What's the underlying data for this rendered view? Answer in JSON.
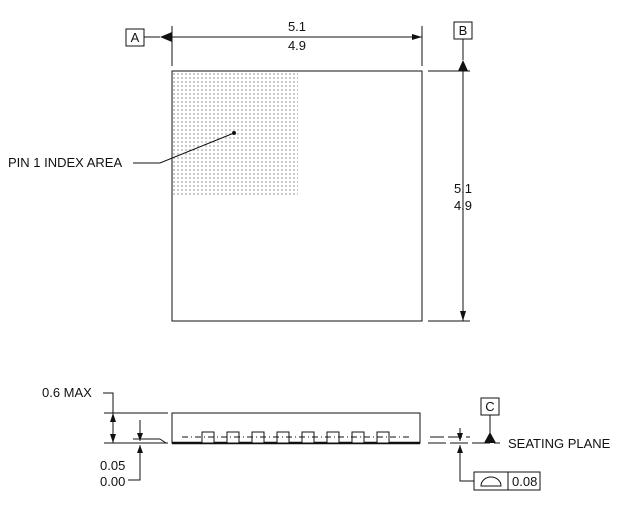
{
  "top_view": {
    "datum_a": "A",
    "datum_b": "B",
    "width_max": "5.1",
    "width_min": "4.9",
    "height_max": "5.1",
    "height_min": "4.9",
    "pin1_label": "PIN 1 INDEX AREA"
  },
  "side_view": {
    "height_label": "0.6 MAX",
    "standoff_max": "0.05",
    "standoff_min": "0.00",
    "datum_c": "C",
    "seating_plane_label": "SEATING PLANE",
    "flatness_symbol": "flatness-icon",
    "flatness_value": "0.08",
    "pad_count": 8
  }
}
